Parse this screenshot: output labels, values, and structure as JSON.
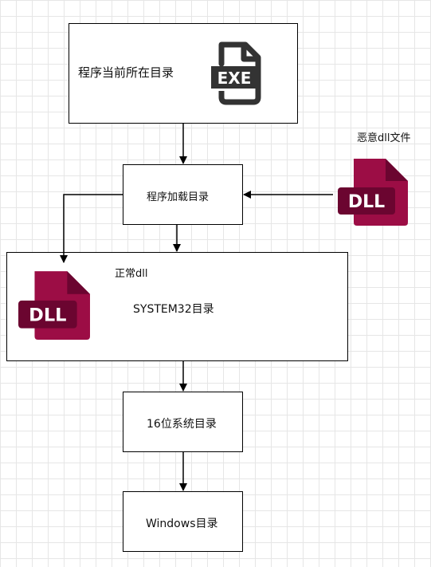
{
  "nodes": {
    "program_dir": "程序当前所在目录",
    "load_dir": "程序加载目录",
    "malicious_dll": "恶意dll文件",
    "normal_dll": "正常dll",
    "system32_dir": "SYSTEM32目录",
    "system16_dir": "16位系统目录",
    "windows_dir": "Windows目录"
  },
  "icons": {
    "exe": {
      "name": "exe-file-icon",
      "text": "EXE"
    },
    "dll": {
      "name": "dll-file-icon",
      "text": "DLL",
      "color": "#9c0d45",
      "dark": "#6b0530"
    }
  },
  "edges": [
    {
      "from": "program_dir",
      "to": "load_dir"
    },
    {
      "from": "malicious_dll",
      "to": "load_dir"
    },
    {
      "from": "load_dir",
      "to": "system32_dir"
    },
    {
      "from": "load_dir",
      "to": "normal_dll"
    },
    {
      "from": "system32_dir",
      "to": "system16_dir"
    },
    {
      "from": "system16_dir",
      "to": "windows_dir"
    }
  ]
}
